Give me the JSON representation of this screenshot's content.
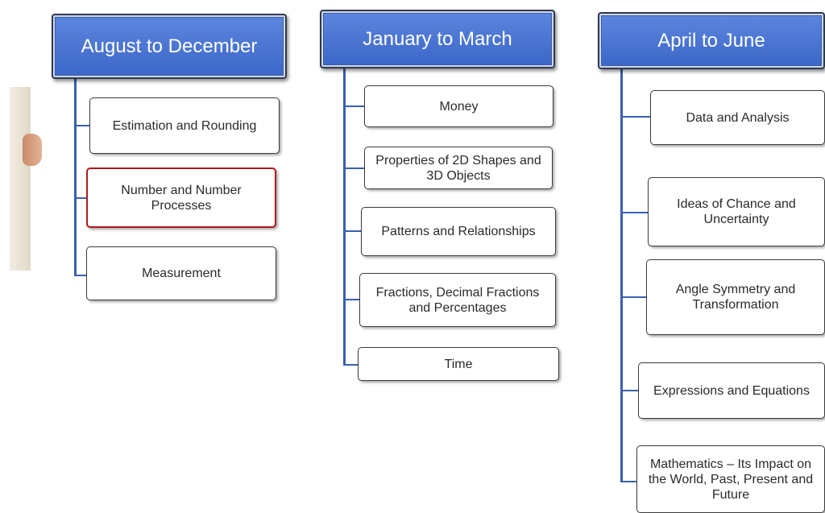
{
  "columns": [
    {
      "header": "August to December",
      "items": [
        "Estimation and Rounding",
        "Number and Number Processes",
        "Measurement"
      ]
    },
    {
      "header": "January to March",
      "items": [
        "Money",
        "Properties of 2D Shapes and 3D Objects",
        "Patterns and Relationships",
        "Fractions, Decimal Fractions and Percentages",
        "Time"
      ]
    },
    {
      "header": "April to June",
      "items": [
        "Data and Analysis",
        "Ideas of Chance and Uncertainty",
        "Angle Symmetry and Transformation",
        "Expressions and Equations",
        "Mathematics – Its Impact on the World, Past, Present and Future"
      ]
    }
  ],
  "colors": {
    "header_fill": "#4a74d4",
    "connector": "#3a5fb0",
    "highlight_border": "#b0171c"
  }
}
